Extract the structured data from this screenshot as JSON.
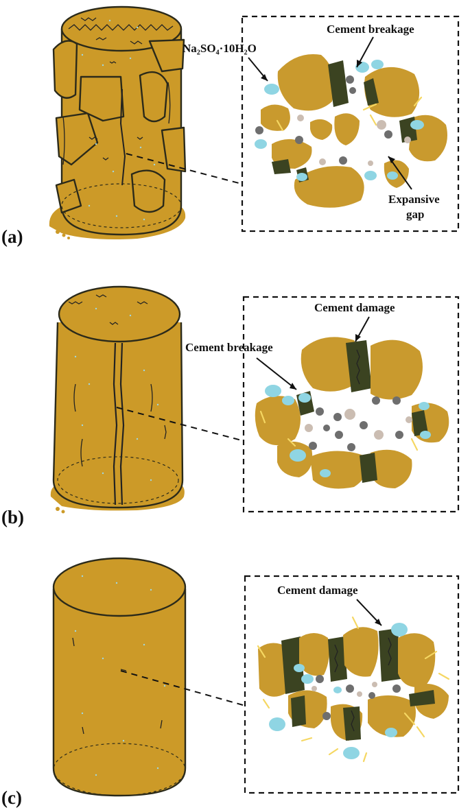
{
  "panels": [
    {
      "label": "(a)",
      "annotations": {
        "salt": "Na₂SO₄·10H₂O",
        "cement": "Cement breakage",
        "gap_line1": "Expansive",
        "gap_line2": "gap"
      }
    },
    {
      "label": "(b)",
      "annotations": {
        "damage": "Cement damage",
        "breakage": "Cement breakage"
      }
    },
    {
      "label": "(c)",
      "annotations": {
        "damage": "Cement damage"
      }
    }
  ],
  "colors": {
    "sandstone": "#cc9a28",
    "cement": "#3b4321",
    "salt_crystal": "#8fd5e3",
    "pore_dark": "#6e6e6e",
    "pore_light": "#cbbdb2",
    "needle": "#f5d762"
  }
}
